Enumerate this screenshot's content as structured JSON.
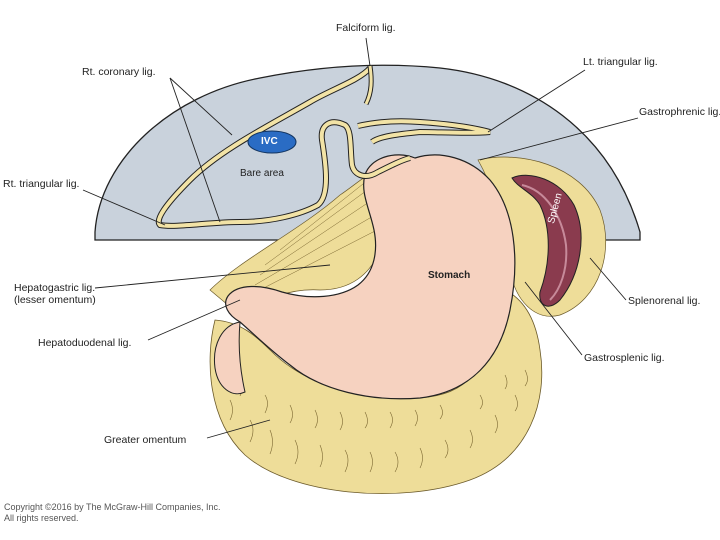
{
  "labels": {
    "falciform": "Falciform lig.",
    "rt_coronary": "Rt. coronary lig.",
    "lt_triangular": "Lt. triangular lig.",
    "gastrophrenic": "Gastrophrenic lig.",
    "rt_triangular": "Rt. triangular lig.",
    "hepatogastric_line1": "Hepatogastric lig.",
    "hepatogastric_line2": "(lesser omentum)",
    "hepatoduodenal": "Hepatoduodenal lig.",
    "greater_omentum": "Greater omentum",
    "splenorenal": "Splenorenal lig.",
    "gastrosplenic": "Gastrosplenic lig."
  },
  "organs": {
    "ivc": "IVC",
    "bare_area": "Bare area",
    "stomach": "Stomach",
    "spleen": "Spleen"
  },
  "copyright": {
    "line1": "Copyright ©2016 by The McGraw-Hill Companies, Inc.",
    "line2": "All rights reserved."
  },
  "colors": {
    "liver": "#c9d2dc",
    "ligament": "#f2e3a6",
    "omentum": "#eedd99",
    "stomach": "#f6d2c0",
    "spleen": "#8a3b4e",
    "ivc": "#2a6cc4"
  }
}
